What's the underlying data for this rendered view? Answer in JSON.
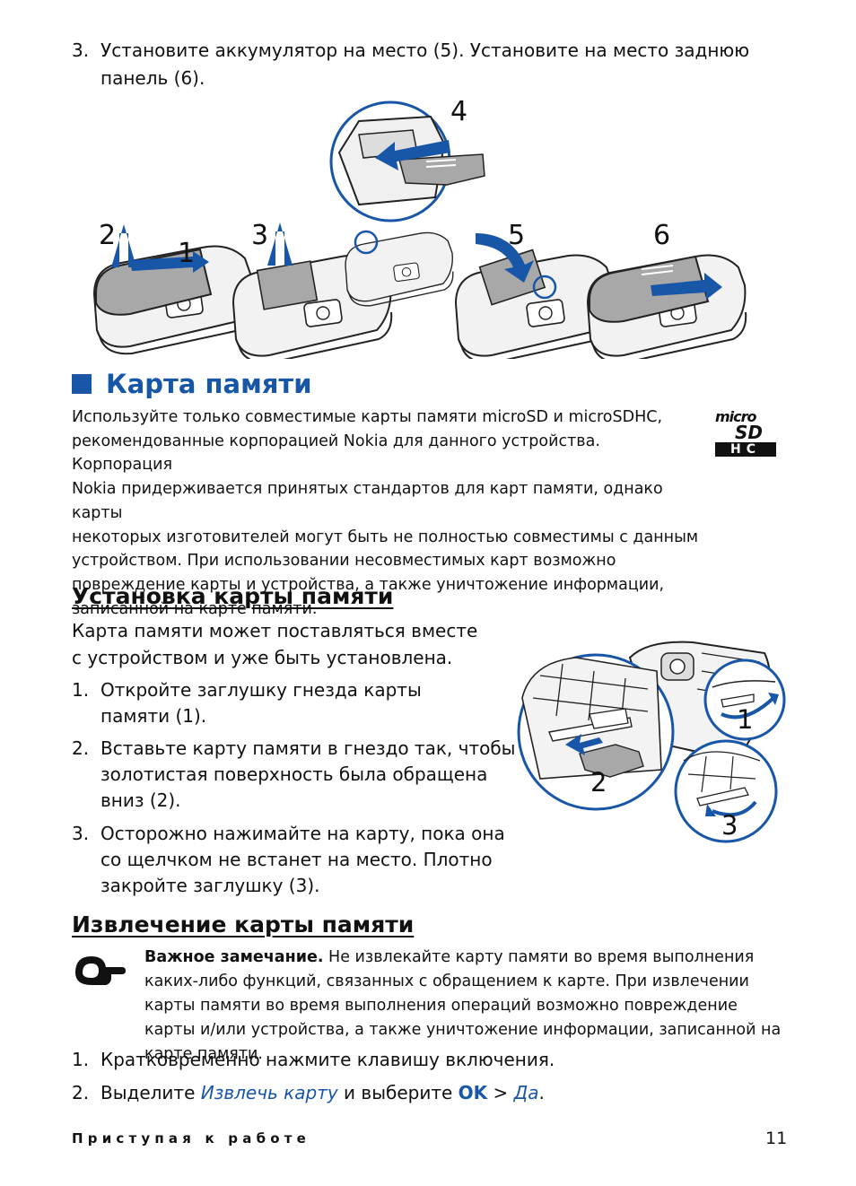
{
  "colors": {
    "accent": "#1856a8",
    "text": "#111111",
    "phone_gray": "#a8a8a8"
  },
  "battery_step": {
    "num": "3.",
    "line1": "Установите аккумулятор на место (5). Установите на место заднюю",
    "line2": "панель (6)."
  },
  "figure_battery": {
    "labels": [
      "1",
      "2",
      "3",
      "4",
      "5",
      "6"
    ]
  },
  "section": {
    "title": "Карта памяти"
  },
  "intro_lines": [
    "Используйте только совместимые карты памяти microSD и microSDHC,",
    "рекомендованные корпорацией Nokia для данного устройства. Корпорация",
    "Nokia придерживается принятых стандартов для карт памяти, однако карты",
    "некоторых изготовителей могут быть не полностью совместимы с данным",
    "устройством. При использовании несовместимых карт возможно",
    "повреждение карты и устройства, а также уничтожение информации,",
    "записанной на карте памяти."
  ],
  "microsd_logo": {
    "line1": "micro",
    "line2": "SD",
    "line3": "HC"
  },
  "install": {
    "heading": "Установка карты памяти",
    "intro_line1": "Карта памяти может поставляться вместе",
    "intro_line2": "с устройством и уже быть установлена.",
    "steps": [
      {
        "num": "1.",
        "lines": [
          "Откройте заглушку гнезда карты",
          "памяти (1)."
        ]
      },
      {
        "num": "2.",
        "lines": [
          "Вставьте карту памяти в гнездо так, чтобы",
          "золотистая поверхность была обращена",
          "вниз (2)."
        ]
      },
      {
        "num": "3.",
        "lines": [
          "Осторожно нажимайте на карту, пока она",
          "со щелчком не встанет на место. Плотно",
          "закройте заглушку (3)."
        ]
      }
    ],
    "figure_labels": [
      "1",
      "2",
      "3"
    ]
  },
  "remove": {
    "heading": "Извлечение карты памяти",
    "note_label": "Важное замечание.",
    "note_text": " Не извлекайте карту памяти во время выполнения каких-либо функций, связанных с обращением к карте. При извлечении карты памяти во время выполнения операций возможно повреждение карты и/или устройства, а также уничтожение информации, записанной на карте памяти.",
    "step1": {
      "num": "1.",
      "text": "Кратковременно нажмите клавишу включения."
    },
    "step2": {
      "num": "2.",
      "pre": "Выделите ",
      "link": "Извлечь карту",
      "mid": " и выберите ",
      "ok": "OK",
      "sep": " > ",
      "yes": "Да",
      "end": "."
    }
  },
  "footer": {
    "label": "Приступая к работе",
    "page": "11"
  }
}
